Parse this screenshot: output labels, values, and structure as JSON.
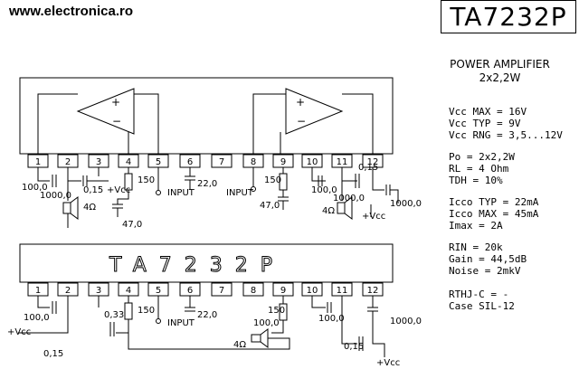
{
  "website": "www.electronica.ro",
  "chip_name": "TA7232P",
  "package_label": "TA7232P",
  "spec_title_line1": "POWER AMPLIFIER",
  "spec_title_line2": "2x2,2W",
  "specs": [
    "Vcc MAX = 16V",
    "Vcc TYP = 9V",
    "Vcc RNG = 3,5...12V",
    "Po = 2x2,2W",
    "RL = 4 Ohm",
    "TDH = 10%",
    "Icco TYP = 22mA",
    "Icco MAX = 45mA",
    "Imax = 2A",
    "RIN = 20k",
    "Gain = 44,5dB",
    "Noise = 2mkV",
    "RTHJ-C = -",
    "Case SIL-12"
  ],
  "pins": [
    "1",
    "2",
    "3",
    "4",
    "5",
    "6",
    "7",
    "8",
    "9",
    "10",
    "11",
    "12"
  ],
  "top_circuit": {
    "labels": [
      "100,0",
      "0,15",
      "+Vcc",
      "1000,0",
      "4Ω",
      "150",
      "47,0",
      "INPUT",
      "22,0",
      "INPUT",
      "150",
      "47,0",
      "100,0",
      "0,15",
      "1000,0",
      "4Ω",
      "+Vcc",
      "1000,0"
    ]
  },
  "bottom_circuit": {
    "labels": [
      "100,0",
      "+Vcc",
      "0,15",
      "0,33",
      "150",
      "INPUT",
      "22,0",
      "150",
      "100,0",
      "4Ω",
      "100,0",
      "1000,0",
      "0,15",
      "+Vcc"
    ]
  }
}
